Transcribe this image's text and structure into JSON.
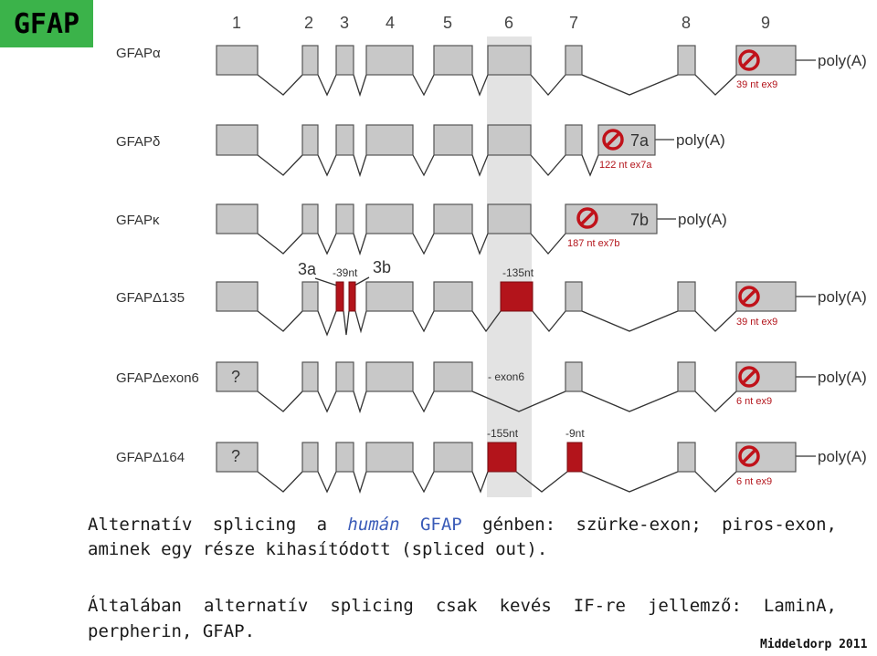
{
  "badge": "GFAP",
  "exon_numbers": [
    "1",
    "2",
    "3",
    "4",
    "5",
    "6",
    "7",
    "8",
    "9"
  ],
  "isoforms": [
    {
      "label": "GFAPα",
      "polyA": "poly(A)",
      "end_note": "39 nt ex9"
    },
    {
      "label": "GFAPδ",
      "polyA": "poly(A)",
      "alt_exon": "7a",
      "end_note": "122 nt ex7a"
    },
    {
      "label": "GFAPκ",
      "polyA": "poly(A)",
      "alt_exon": "7b",
      "end_note": "187 nt ex7b"
    },
    {
      "label": "GFAPΔ135",
      "polyA": "poly(A)",
      "end_note": "39 nt ex9",
      "notes": {
        "a": "3a",
        "b": "-39nt",
        "c": "3b",
        "d": "-135nt"
      }
    },
    {
      "label": "GFAPΔexon6",
      "polyA": "poly(A)",
      "end_note": "6 nt ex9",
      "unknown": "?",
      "notes": {
        "exon6": "- exon6"
      }
    },
    {
      "label": "GFAPΔ164",
      "polyA": "poly(A)",
      "end_note": "6 nt ex9",
      "unknown": "?",
      "notes": {
        "e": "-155nt",
        "f": "-9nt"
      }
    }
  ],
  "caption1": {
    "pre": "Alternatív splicing a ",
    "italic": "humán",
    "gene": " GFAP",
    "post": " génben: szürke-exon; piros-exon, aminek egy része kihasítódott (spliced out)."
  },
  "caption2": "Általában alternatív splicing csak kevés IF-re jellemző: LaminA, perpherin, GFAP.",
  "credit": "Middeldorp 2011",
  "colors": {
    "badge": "#3bb34a",
    "exon": "#c8c8c8",
    "spliced": "#b3141b",
    "highlight": "#e3e3e3",
    "accent_text": "#3a5bb8"
  }
}
